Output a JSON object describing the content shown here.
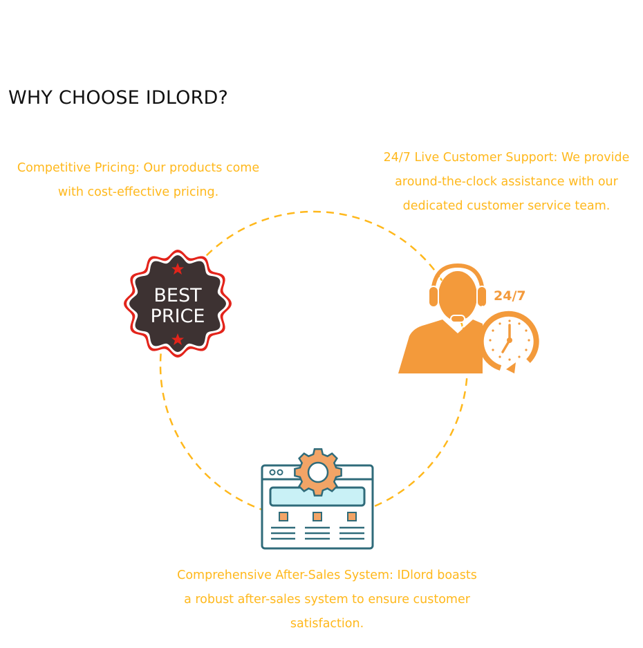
{
  "header": {
    "title": "WHY CHOOSE IDLORD?"
  },
  "colors": {
    "accent_text": "#ffb81c",
    "ring_dash": "#ffb81c",
    "support_orange": "#f39a3b",
    "badge_dark": "#3d3232",
    "badge_red": "#e3241b",
    "system_teal": "#2f6b7a",
    "system_light": "#c9f1f6",
    "gear_orange": "#f2a466"
  },
  "features": [
    {
      "id": "pricing",
      "lines": [
        "Competitive Pricing: Our products come",
        "with cost-effective pricing."
      ],
      "icon": "best-price-badge-icon",
      "icon_text": [
        "BEST",
        "PRICE"
      ]
    },
    {
      "id": "support",
      "lines": [
        "24/7 Live Customer Support: We provide",
        "around-the-clock assistance with our",
        "dedicated customer service team."
      ],
      "icon": "customer-support-agent-icon",
      "icon_text": [
        "24/7"
      ]
    },
    {
      "id": "after-sales",
      "lines": [
        "Comprehensive After-Sales System: IDlord  boasts",
        "a robust after-sales system to ensure customer",
        "satisfaction."
      ],
      "icon": "settings-window-icon"
    }
  ]
}
